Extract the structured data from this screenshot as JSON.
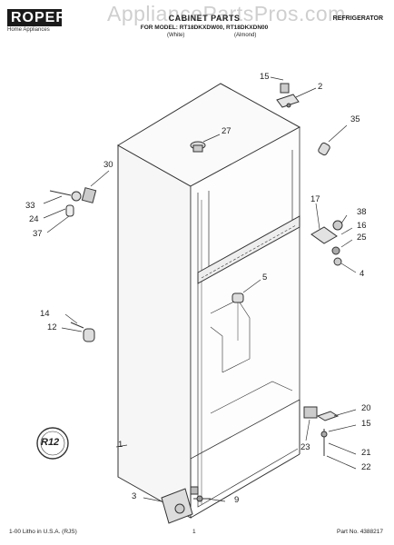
{
  "header": {
    "brand": "ROPER",
    "brand_sub": "Home Appliances",
    "watermark": "AppliancePartsPros.com",
    "title": "CABINET PARTS",
    "models": "FOR MODEL: RT18DKXDW00, RT18DKXDN00",
    "color_white": "(White)",
    "color_almond": "(Almond)",
    "appliance": "REFRIGERATOR"
  },
  "footer": {
    "litho": "1-00 Litho in U.S.A. (RJS)",
    "page": "1",
    "part_no": "Part No. 4388217"
  },
  "callouts": {
    "c15a": "15",
    "c2": "2",
    "c35": "35",
    "c27": "27",
    "c30": "30",
    "c33": "33",
    "c24": "24",
    "c37": "37",
    "c17": "17",
    "c38": "38",
    "c16": "16",
    "c25": "25",
    "c4": "4",
    "c5": "5",
    "c14": "14",
    "c12": "12",
    "c20": "20",
    "c15b": "15",
    "c23": "23",
    "c21": "21",
    "c22": "22",
    "c1": "1",
    "c3": "3",
    "c9": "9"
  },
  "badge": {
    "text": "R12"
  },
  "colors": {
    "line": "#333333",
    "ink": "#222222"
  }
}
